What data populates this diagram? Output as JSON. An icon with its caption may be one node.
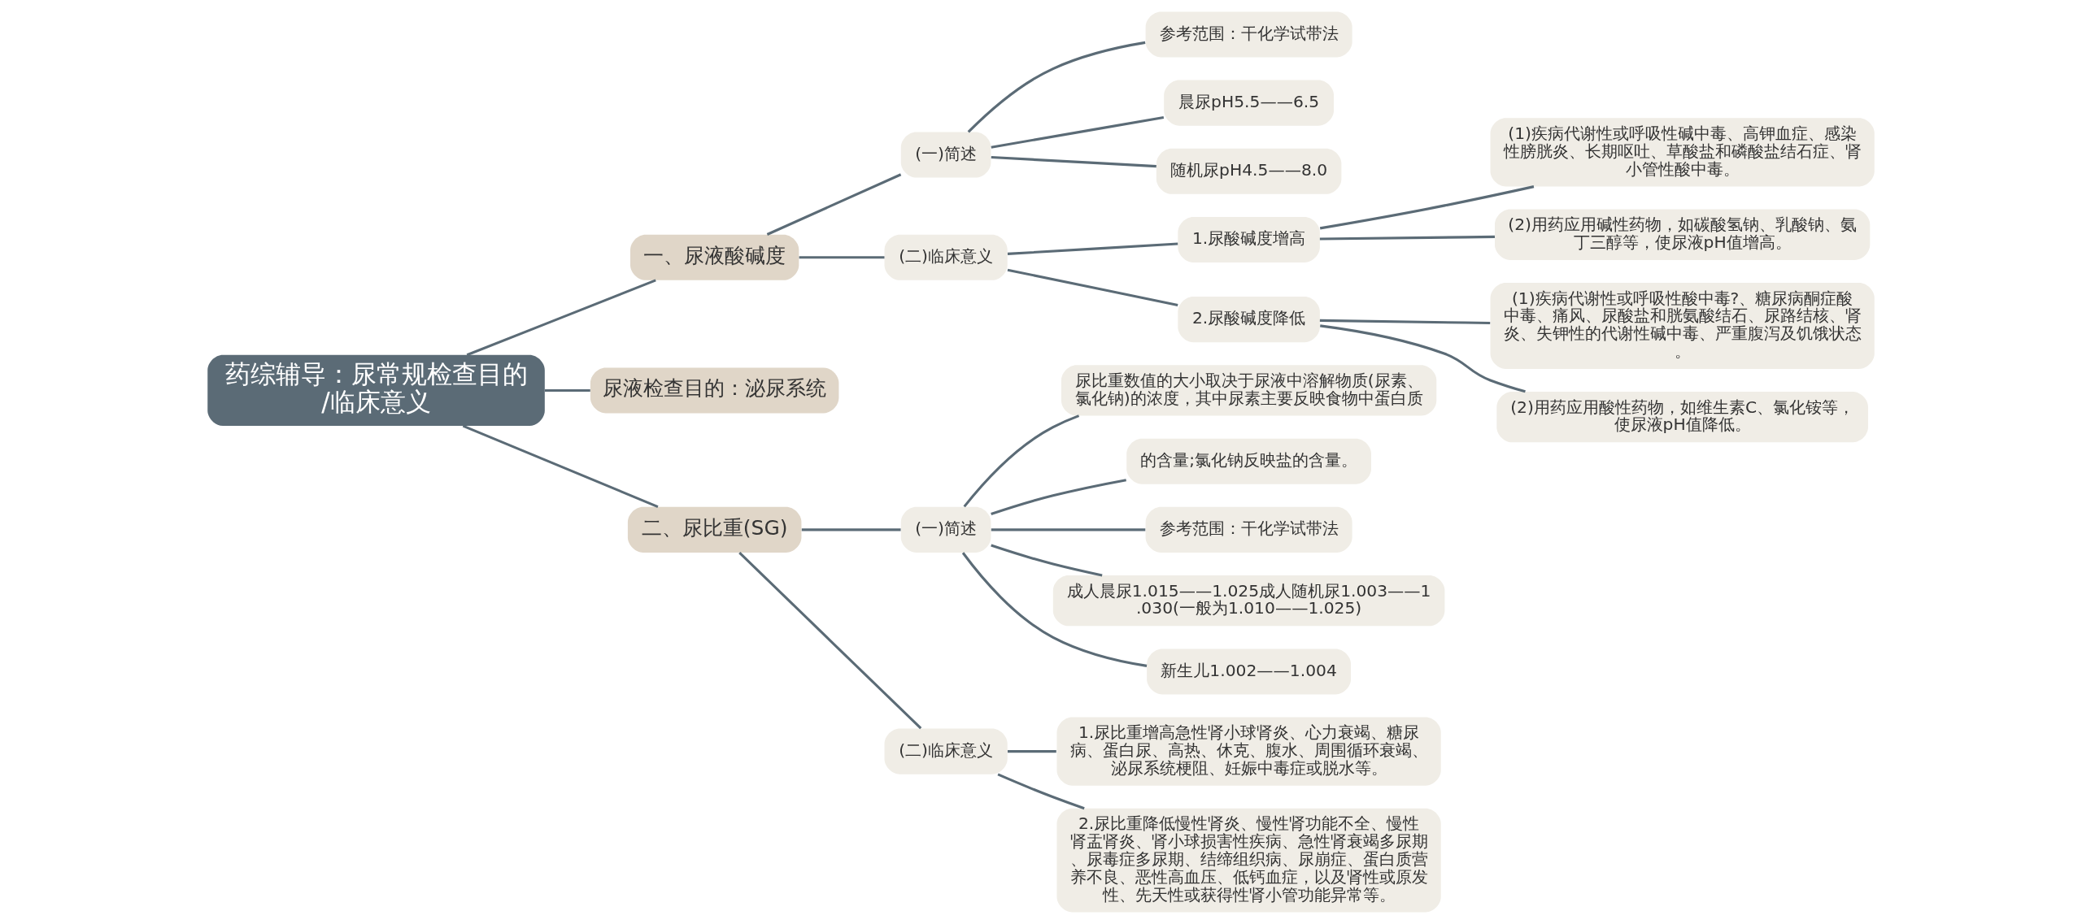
{
  "diagram": {
    "nodes": [
      {
        "text": [
          "药综辅导：尿常规检查目的/临床意义"
        ]
      },
      {
        "text": [
          "一、尿液酸碱度"
        ]
      },
      {
        "text": [
          "(一)简述"
        ]
      },
      {
        "text": [
          "参考范围：干化学试带法"
        ]
      },
      {
        "text": [
          "晨尿pH5.5——6.5"
        ]
      },
      {
        "text": [
          "随机尿pH4.5——8.0"
        ]
      },
      {
        "text": [
          "(二)临床意义"
        ]
      },
      {
        "text": [
          "1.尿酸碱度增高"
        ]
      },
      {
        "text": [
          "(1)疾病代谢性或呼吸性碱中毒、高钾血症、感染性膀胱炎、长期呕吐、草酸盐和磷酸盐结石症、肾小管性酸中毒。"
        ]
      },
      {
        "text": [
          "(2)用药应用碱性药物，如碳酸氢钠、乳酸钠、氨丁三醇等，使尿液pH值增高。"
        ]
      },
      {
        "text": [
          "2.尿酸碱度降低"
        ]
      },
      {
        "text": [
          "(1)疾病代谢性或呼吸性酸中毒?、糖尿病酮症酸中毒、痛风、尿酸盐和胱氨酸结石、尿路结核、肾炎、失钾性的代谢性碱中毒、严重腹泻及饥饿状态。"
        ]
      },
      {
        "text": [
          "(2)用药应用酸性药物，如维生素C、氯化铵等，使尿液pH值降低。"
        ]
      },
      {
        "text": [
          "尿液检查目的：泌尿系统"
        ]
      },
      {
        "text": [
          "二、尿比重(SG)"
        ]
      },
      {
        "text": [
          "(一)简述"
        ]
      },
      {
        "text": [
          "尿比重数值的大小取决于尿液中溶解物质(尿素、氯化钠)的浓度，其中尿素主要反映食物中蛋白质"
        ]
      },
      {
        "text": [
          "的含量;氯化钠反映盐的含量。"
        ]
      },
      {
        "text": [
          "参考范围：干化学试带法"
        ]
      },
      {
        "text": [
          "成人晨尿1.015——1.025成人随机尿1.003——1.030(一般为1.010——1.025)"
        ]
      },
      {
        "text": [
          "新生儿1.002——1.004"
        ]
      },
      {
        "text": [
          "(二)临床意义"
        ]
      },
      {
        "text": [
          "1.尿比重增高急性肾小球肾炎、心力衰竭、糖尿病、蛋白尿、高热、休克、腹水、周围循环衰竭、泌尿系统梗阻、妊娠中毒症或脱水等。"
        ]
      },
      {
        "text": [
          "2.尿比重降低慢性肾炎、慢性肾功能不全、慢性肾盂肾炎、肾小球损害性疾病、急性肾衰竭多尿期、尿毒症多尿期、结缔组织病、尿崩症、蛋白质营养不良、恶性高血压、低钙血症，以及肾性或原发性、先天性或获得性肾小管功能异常等。"
        ]
      }
    ],
    "edges": [
      {
        "from": 0,
        "to": 1,
        "arrow": "none"
      },
      {
        "from": 1,
        "to": 2,
        "arrow": "none"
      },
      {
        "from": 2,
        "to": 3,
        "arrow": "none"
      },
      {
        "from": 2,
        "to": 4,
        "arrow": "none"
      },
      {
        "from": 2,
        "to": 5,
        "arrow": "none"
      },
      {
        "from": 1,
        "to": 6,
        "arrow": "none"
      },
      {
        "from": 6,
        "to": 7,
        "arrow": "none"
      },
      {
        "from": 7,
        "to": 8,
        "arrow": "none"
      },
      {
        "from": 7,
        "to": 9,
        "arrow": "none"
      },
      {
        "from": 6,
        "to": 10,
        "arrow": "none"
      },
      {
        "from": 10,
        "to": 11,
        "arrow": "none"
      },
      {
        "from": 10,
        "to": 12,
        "arrow": "none"
      },
      {
        "from": 0,
        "to": 13,
        "arrow": "none"
      },
      {
        "from": 0,
        "to": 14,
        "arrow": "none"
      },
      {
        "from": 14,
        "to": 15,
        "arrow": "none"
      },
      {
        "from": 15,
        "to": 16,
        "arrow": "none"
      },
      {
        "from": 15,
        "to": 17,
        "arrow": "none"
      },
      {
        "from": 15,
        "to": 18,
        "arrow": "none"
      },
      {
        "from": 15,
        "to": 19,
        "arrow": "none"
      },
      {
        "from": 15,
        "to": 20,
        "arrow": "none"
      },
      {
        "from": 14,
        "to": 21,
        "arrow": "none"
      },
      {
        "from": 21,
        "to": 22,
        "arrow": "none"
      },
      {
        "from": 21,
        "to": 23,
        "arrow": "none"
      }
    ]
  }
}
